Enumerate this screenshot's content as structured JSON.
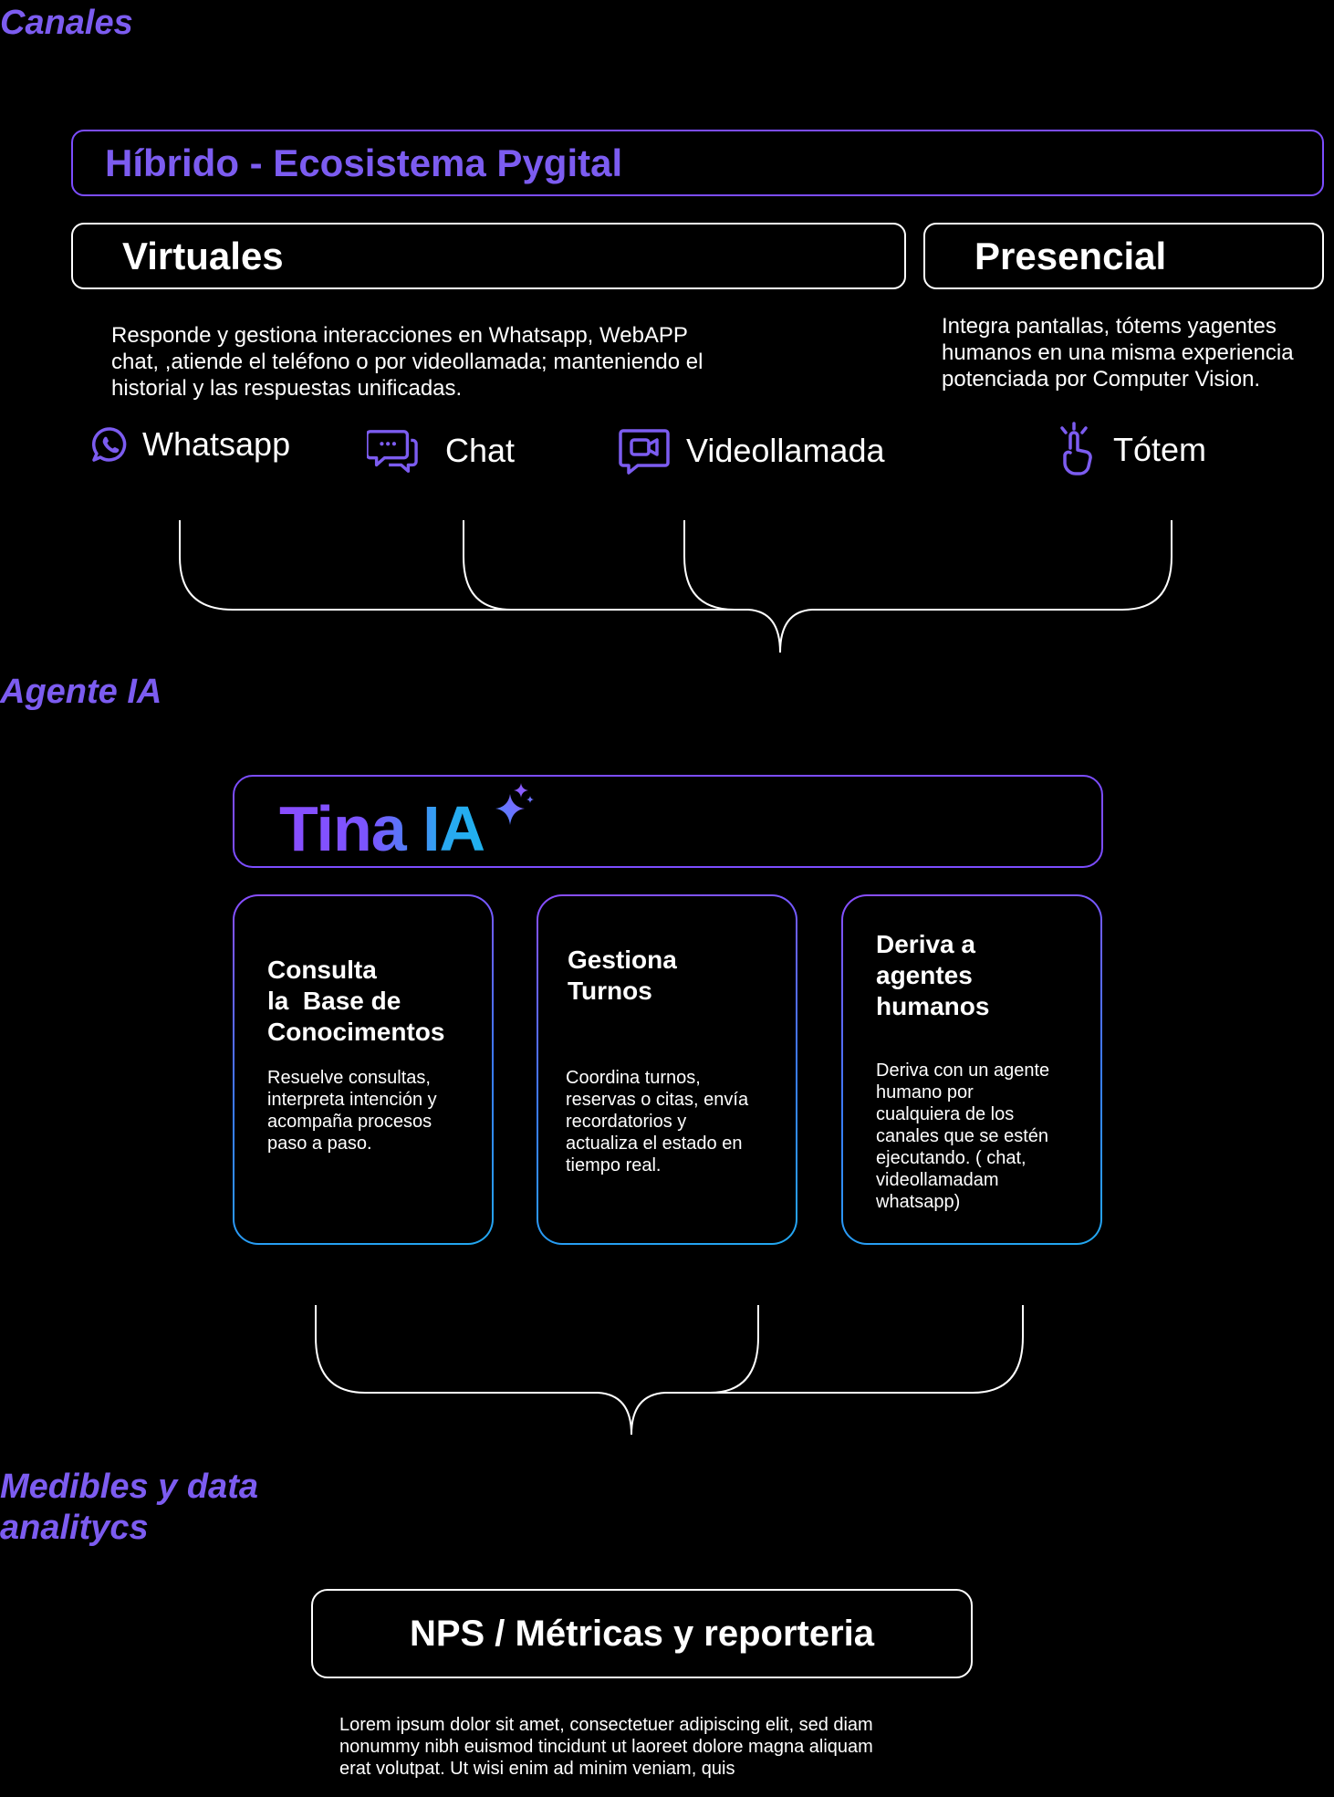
{
  "sections": {
    "canales": "Canales",
    "agente": "Agente IA",
    "medibles_line1": "Medibles y data",
    "medibles_line2": "analitycs"
  },
  "hybrid": {
    "title": "Híbrido - Ecosistema Pygital"
  },
  "virtuales": {
    "title": "Virtuales",
    "description_lines": [
      "Responde y gestiona interacciones en Whatsapp, WebAPP",
      "chat, ,atiende el teléfono o por videollamada; manteniendo el",
      "historial y las respuestas unificadas."
    ]
  },
  "presencial": {
    "title": "Presencial",
    "description_lines": [
      "Integra pantallas, tótems yagentes",
      "humanos en una misma experiencia",
      "potenciada por Computer Vision."
    ]
  },
  "channels": [
    {
      "label": "Whatsapp",
      "icon": "whatsapp-icon"
    },
    {
      "label": "Chat",
      "icon": "chat-bubbles-icon"
    },
    {
      "label": "Videollamada",
      "icon": "video-call-icon"
    },
    {
      "label": "Tótem",
      "icon": "tap-hand-icon"
    }
  ],
  "agent": {
    "name": "Tina IA",
    "cards": [
      {
        "title_lines": [
          "Consulta",
          "la  Base de",
          "Conocimentos"
        ],
        "description_lines": [
          "Resuelve consultas,",
          "interpreta intención y",
          "acompaña procesos",
          "paso a paso."
        ]
      },
      {
        "title_lines": [
          "Gestiona",
          "Turnos"
        ],
        "description_lines": [
          "Coordina turnos,",
          "reservas o citas, envía",
          "recordatorios y",
          "actualiza el estado en",
          "tiempo real."
        ]
      },
      {
        "title_lines": [
          "Deriva a",
          "agentes",
          "humanos"
        ],
        "description_lines": [
          "Deriva con un agente",
          "humano por",
          "cualquiera de los",
          "canales que se estén",
          "ejecutando. ( chat,",
          "videollamadam",
          "whatsapp)"
        ]
      }
    ]
  },
  "metrics": {
    "title": "NPS / Métricas y reporteria",
    "description_lines": [
      "Lorem ipsum dolor sit amet, consectetuer adipiscing elit, sed diam",
      "nonummy nibh euismod tincidunt ut laoreet dolore magna aliquam",
      "erat volutpat. Ut wisi enim ad minim veniam, quis"
    ]
  },
  "colors": {
    "accent_purple": "#7c5cf0",
    "accent_blue": "#22a8f0",
    "background": "#000000",
    "text": "#ffffff"
  }
}
